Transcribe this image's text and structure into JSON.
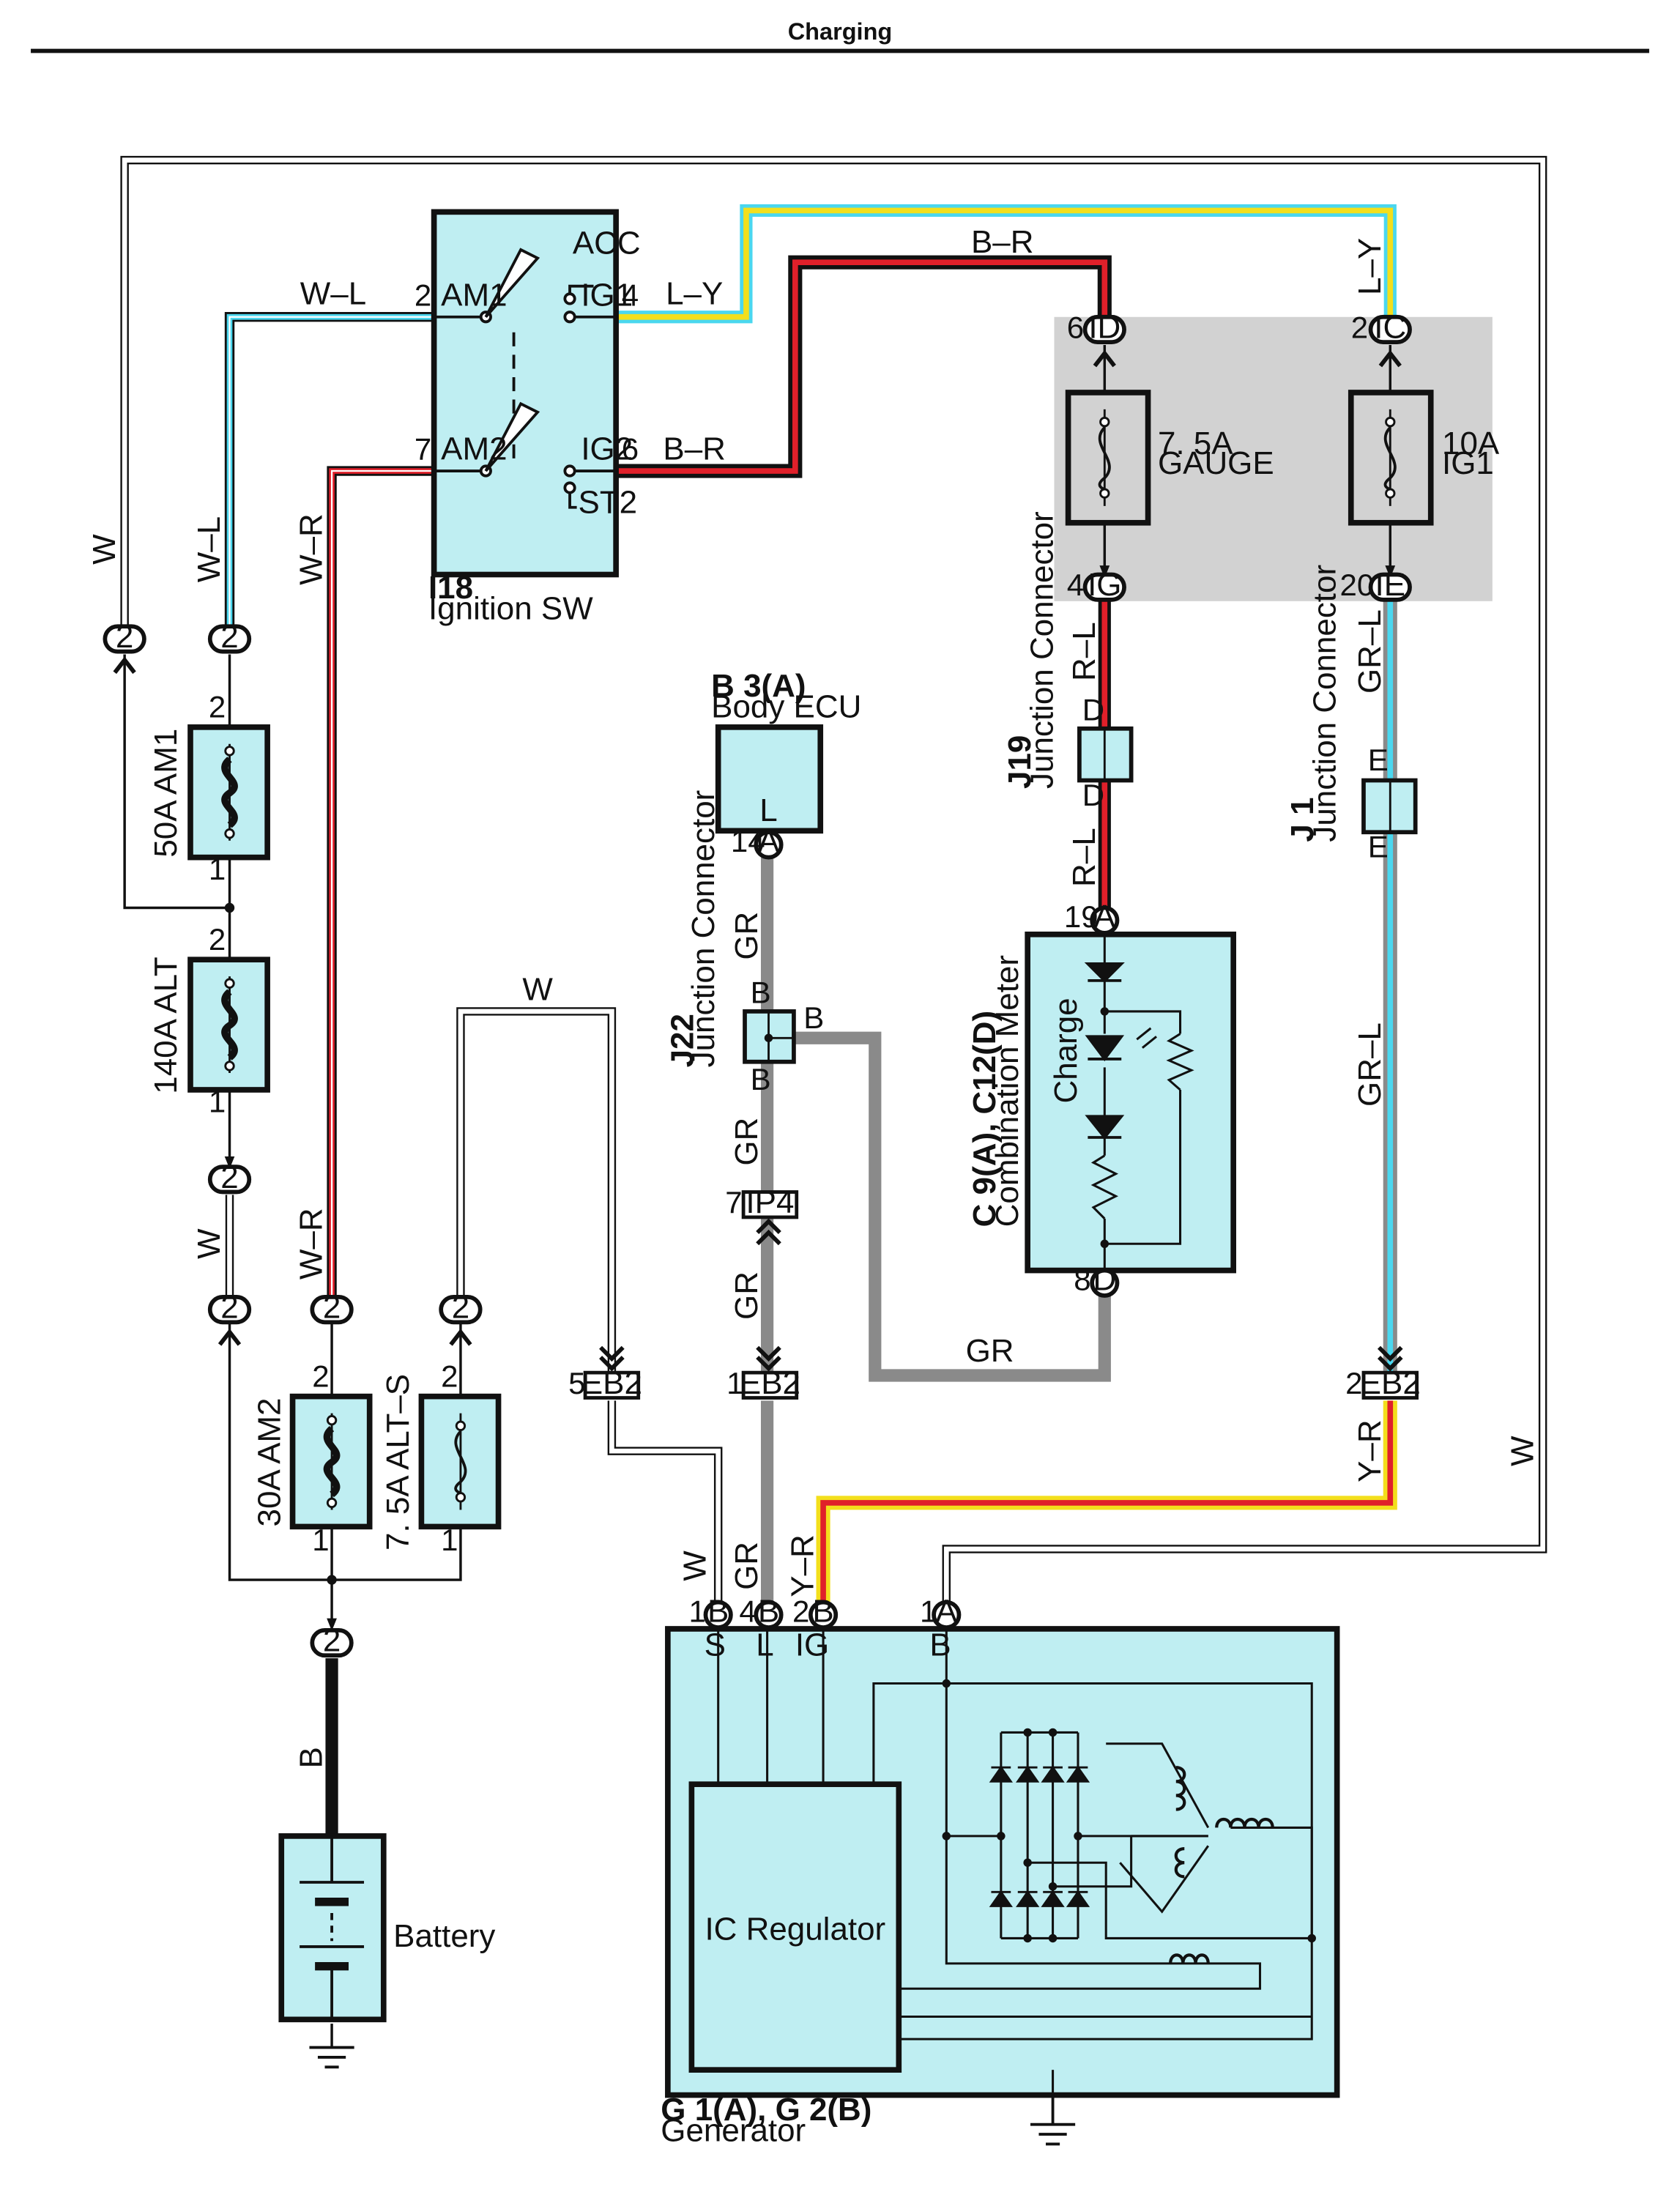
{
  "page": {
    "title": "Charging"
  },
  "colors": {
    "component_fill": "#bfeef2",
    "junction_block": "#d2d2d2",
    "wire_red": "#e0202a",
    "wire_light_blue": "#4ad7ef",
    "wire_yellow": "#f3df1c",
    "wire_gray": "#8a8a8a",
    "wire_black": "#111111"
  },
  "components": {
    "ignition": {
      "code": "I18",
      "name": "Ignition SW",
      "terminals": [
        "ACC",
        "AM1",
        "IG1",
        "AM2",
        "IG2",
        "ST2"
      ]
    },
    "body_ecu": {
      "code": "B 3(A)",
      "name": "Body ECU",
      "terminal": "L"
    },
    "combination_meter": {
      "code": "C 9(A), C12(D)",
      "name": "Combination Meter",
      "lamp": "Charge"
    },
    "generator": {
      "code": "G 1(A), G 2(B)",
      "name": "Generator",
      "terminals": [
        "S",
        "L",
        "IG",
        "B"
      ]
    },
    "ic_regulator": {
      "name": "IC Regulator"
    },
    "battery": {
      "name": "Battery"
    },
    "j19": {
      "code": "J19",
      "name": "Junction Connector"
    },
    "j1": {
      "code": "J 1",
      "name": "Junction Connector"
    },
    "j22": {
      "code": "J22",
      "name": "Junction Connector"
    }
  },
  "fuses": {
    "am1": "50A AM1",
    "alt": "140A ALT",
    "am2": "30A AM2",
    "alt_s": "7. 5A ALT–S",
    "gauge": [
      "7. 5A",
      "GAUGE"
    ],
    "ig1": [
      "10A",
      "IG1"
    ]
  },
  "connectors": {
    "id": "ID",
    "ic": "IC",
    "ig": "IG",
    "ie": "IE",
    "a": "A",
    "b": "B",
    "d": "D",
    "two": "2",
    "ip4": "IP4",
    "eb2": "EB2"
  },
  "wires": {
    "w": "W",
    "wl": "W–L",
    "wr": "W–R",
    "ly": "L–Y",
    "br": "B–R",
    "rl": "R–L",
    "grl": "GR–L",
    "gr": "GR",
    "yr": "Y–R",
    "b": "B"
  },
  "pins": {
    "p1": "1",
    "p2": "2",
    "p4": "4",
    "p5": "5",
    "p6": "6",
    "p7": "7",
    "p8": "8",
    "p14": "14",
    "p19": "19",
    "p20": "20",
    "jd": "D",
    "je": "E",
    "jb": "B"
  }
}
